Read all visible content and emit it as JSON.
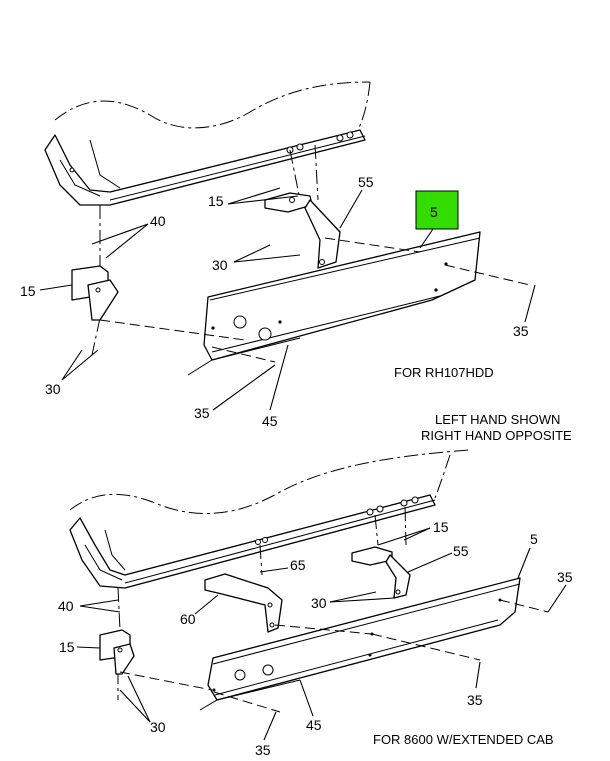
{
  "highlight_color": "#33dd00",
  "top_view": {
    "caption": "FOR RH107HDD",
    "labels": {
      "l15_bracket": "15",
      "l15_left": "15",
      "l55": "55",
      "l5": "5",
      "l40": "40",
      "l30_mid": "30",
      "l30_bottom": "30",
      "l35_right": "35",
      "l35_bottom": "35",
      "l45": "45"
    }
  },
  "note": {
    "line1": "LEFT HAND SHOWN",
    "line2": "RIGHT HAND OPPOSITE"
  },
  "bottom_view": {
    "caption": "FOR 8600 W/EXTENDED CAB",
    "labels": {
      "l5": "5",
      "l15_right": "15",
      "l55": "55",
      "l65": "65",
      "l35_right": "35",
      "l40": "40",
      "l30_mid": "30",
      "l60": "60",
      "l15_left": "15",
      "l35_mid": "35",
      "l45": "45",
      "l30_bottom": "30",
      "l35_bottom": "35"
    }
  }
}
